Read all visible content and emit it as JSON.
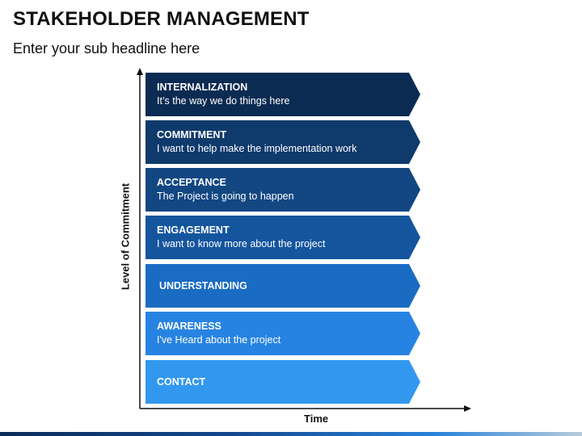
{
  "header": {
    "title": "STAKEHOLDER MANAGEMENT",
    "subtitle": "Enter your sub headline here"
  },
  "axes": {
    "ylabel": "Level of Commitment",
    "xlabel": "Time"
  },
  "stages": [
    {
      "name": "INTERNALIZATION",
      "desc": "It’s the way we do things here",
      "color": "#0b2b52"
    },
    {
      "name": "COMMITMENT",
      "desc": "I want to help make the implementation work",
      "color": "#0f3a6c"
    },
    {
      "name": "ACCEPTANCE",
      "desc": "The Project is going to happen",
      "color": "#124782"
    },
    {
      "name": "ENGAGEMENT",
      "desc": "I want to know more about the project",
      "color": "#14559e"
    },
    {
      "name": "UNDERSTANDING",
      "desc": "",
      "color": "#1a6cc3"
    },
    {
      "name": "AWARENESS",
      "desc": "I've Heard about the project",
      "color": "#2783e2"
    },
    {
      "name": "CONTACT",
      "desc": "",
      "color": "#3298ef"
    }
  ]
}
